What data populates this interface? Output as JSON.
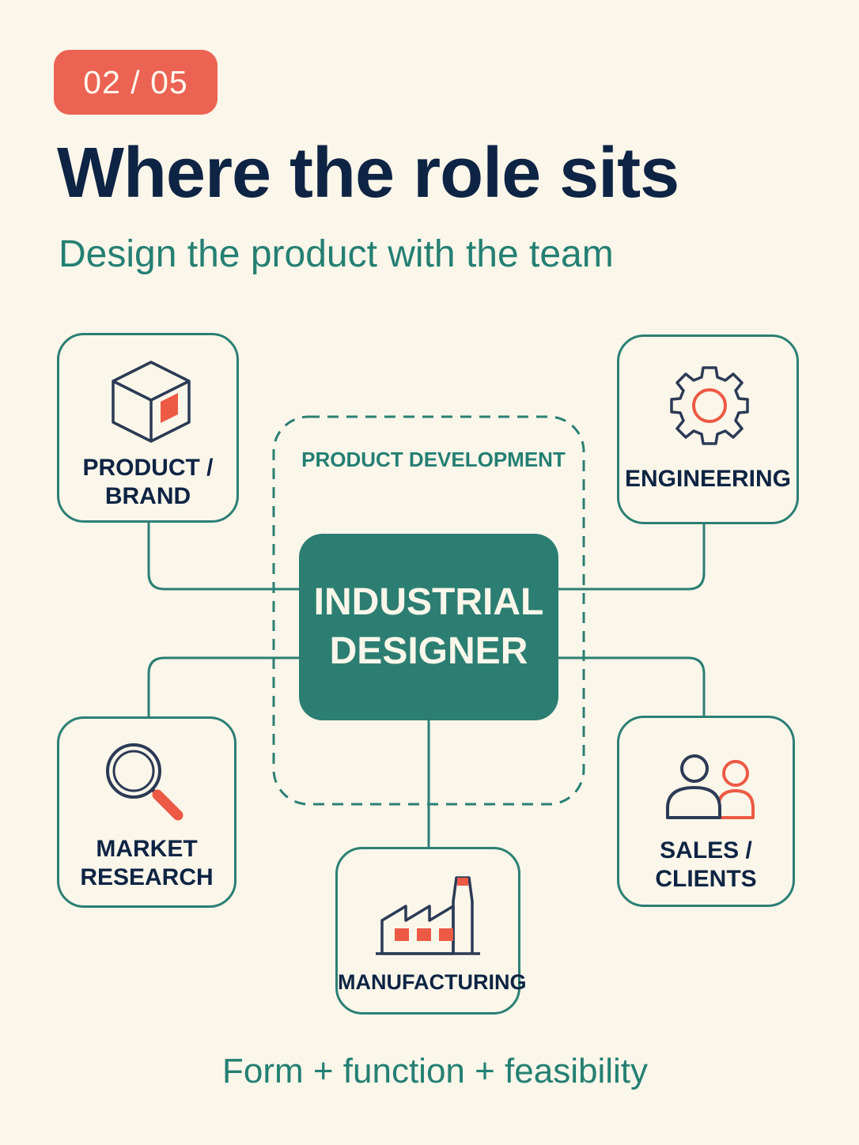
{
  "badge": "02 / 05",
  "title": "Where the role sits",
  "subtitle": "Design the product with the team",
  "group_label": "PRODUCT DEVELOPMENT",
  "center": {
    "line1": "INDUSTRIAL",
    "line2": "DESIGNER"
  },
  "nodes": {
    "product_brand": {
      "line1": "PRODUCT /",
      "line2": "BRAND",
      "icon": "cube-icon"
    },
    "engineering": {
      "line1": "ENGINEERING",
      "icon": "gear-icon"
    },
    "market_research": {
      "line1": "MARKET",
      "line2": "RESEARCH",
      "icon": "magnifier-icon"
    },
    "manufacturing": {
      "line1": "MANUFACTURING",
      "icon": "factory-icon"
    },
    "sales_clients": {
      "line1": "SALES /",
      "line2": "CLIENTS",
      "icon": "people-icon"
    }
  },
  "footer": "Form + function + feasibility",
  "colors": {
    "background": "#fbf6ea",
    "teal": "#2c7e72",
    "navy": "#0e2444",
    "accent": "#ec6353"
  }
}
